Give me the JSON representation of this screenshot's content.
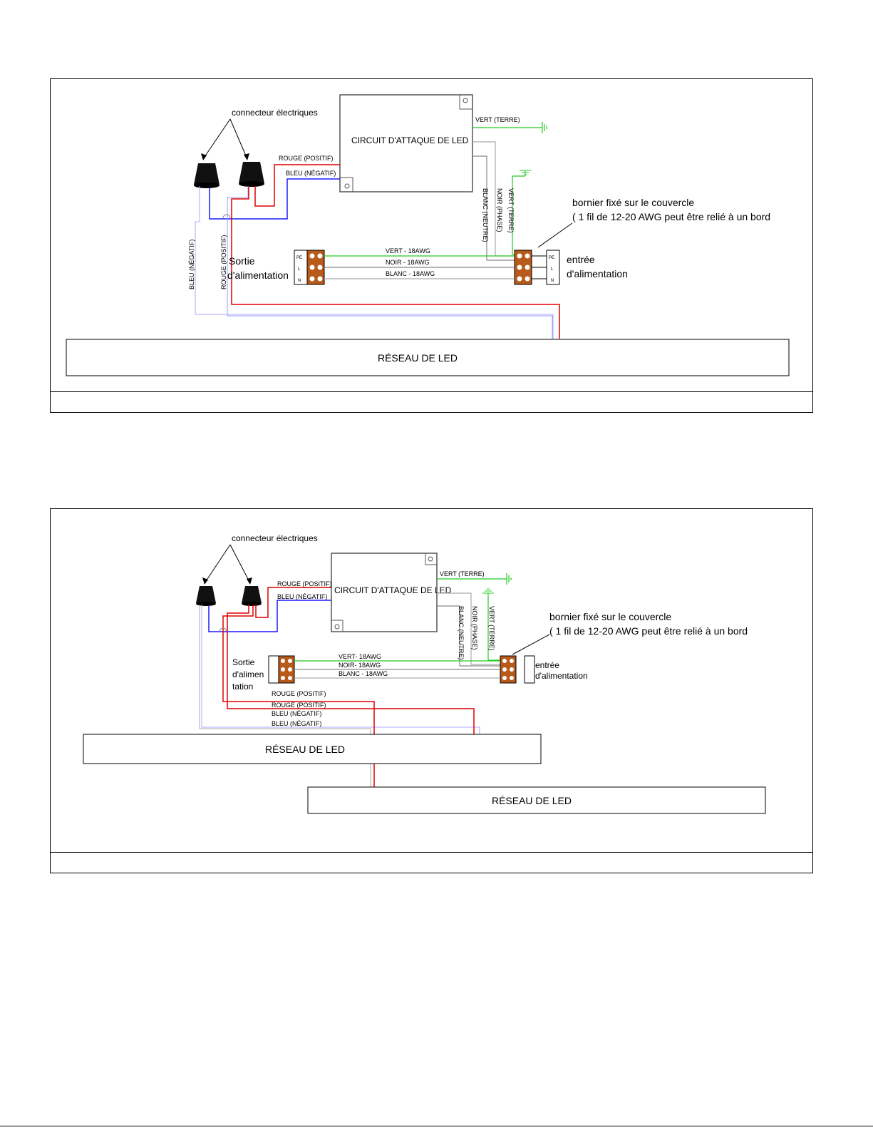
{
  "diagrams": [
    {
      "connectors_label": "connecteur électriques",
      "driver_label": "CIRCUIT D'ATTAQUE DE LED",
      "wires": {
        "rouge_positif": "ROUGE (POSITIF)",
        "bleu_negatif": "BLEU (NÉGATIF)",
        "vert_terre": "VERT (TERRE)",
        "blanc_neutre": "BLANC (NEUTRE)",
        "noir_phase": "NOIR (PHASE)",
        "vert_18awg": "VERT - 18AWG",
        "noir_18awg": "NOIR - 18AWG",
        "blanc_18awg": "BLANC - 18AWG"
      },
      "terminal_note_line1": "bornier fixé sur le couvercle",
      "terminal_note_line2": "( 1 fil de 12-20 AWG peut être relié à un bord",
      "output_label_line1": "Sortie",
      "output_label_line2": "d'alimentation",
      "input_label_line1": "entrée",
      "input_label_line2": "d'alimentation",
      "led_network": "RÉSEAU DE LED"
    },
    {
      "connectors_label": "connecteur électriques",
      "driver_label": "CIRCUIT D'ATTAQUE DE LED",
      "wires": {
        "rouge_positif": "ROUGE (POSITIF)",
        "bleu_negatif": "BLEU (NÉGATIF)",
        "vert_terre": "VERT (TERRE)",
        "blanc_neutre": "BLANC (NEUTRE)",
        "noir_phase": "NOIR (PHASE)",
        "vert_18awg": "VERT- 18AWG",
        "noir_18awg": "NOIR- 18AWG",
        "blanc_18awg": "BLANC - 18AWG"
      },
      "terminal_note_line1": "bornier fixé sur le couvercle",
      "terminal_note_line2": "( 1 fil de 12-20 AWG peut être relié à un bord",
      "output_label_line1": "Sortie",
      "output_label_line2": "d'alimen",
      "output_label_line3": "tation",
      "input_label_line1": "entrée",
      "input_label_line2": "d'alimentation",
      "led_network_1": "RÉSEAU DE LED",
      "led_network_2": "RÉSEAU DE LED"
    }
  ],
  "colors": {
    "red_wire": "#e00000",
    "blue_wire": "#1a1aff",
    "green_wire": "#22cc22",
    "gray_wire": "#888888",
    "terminal": "#b85a1a"
  }
}
